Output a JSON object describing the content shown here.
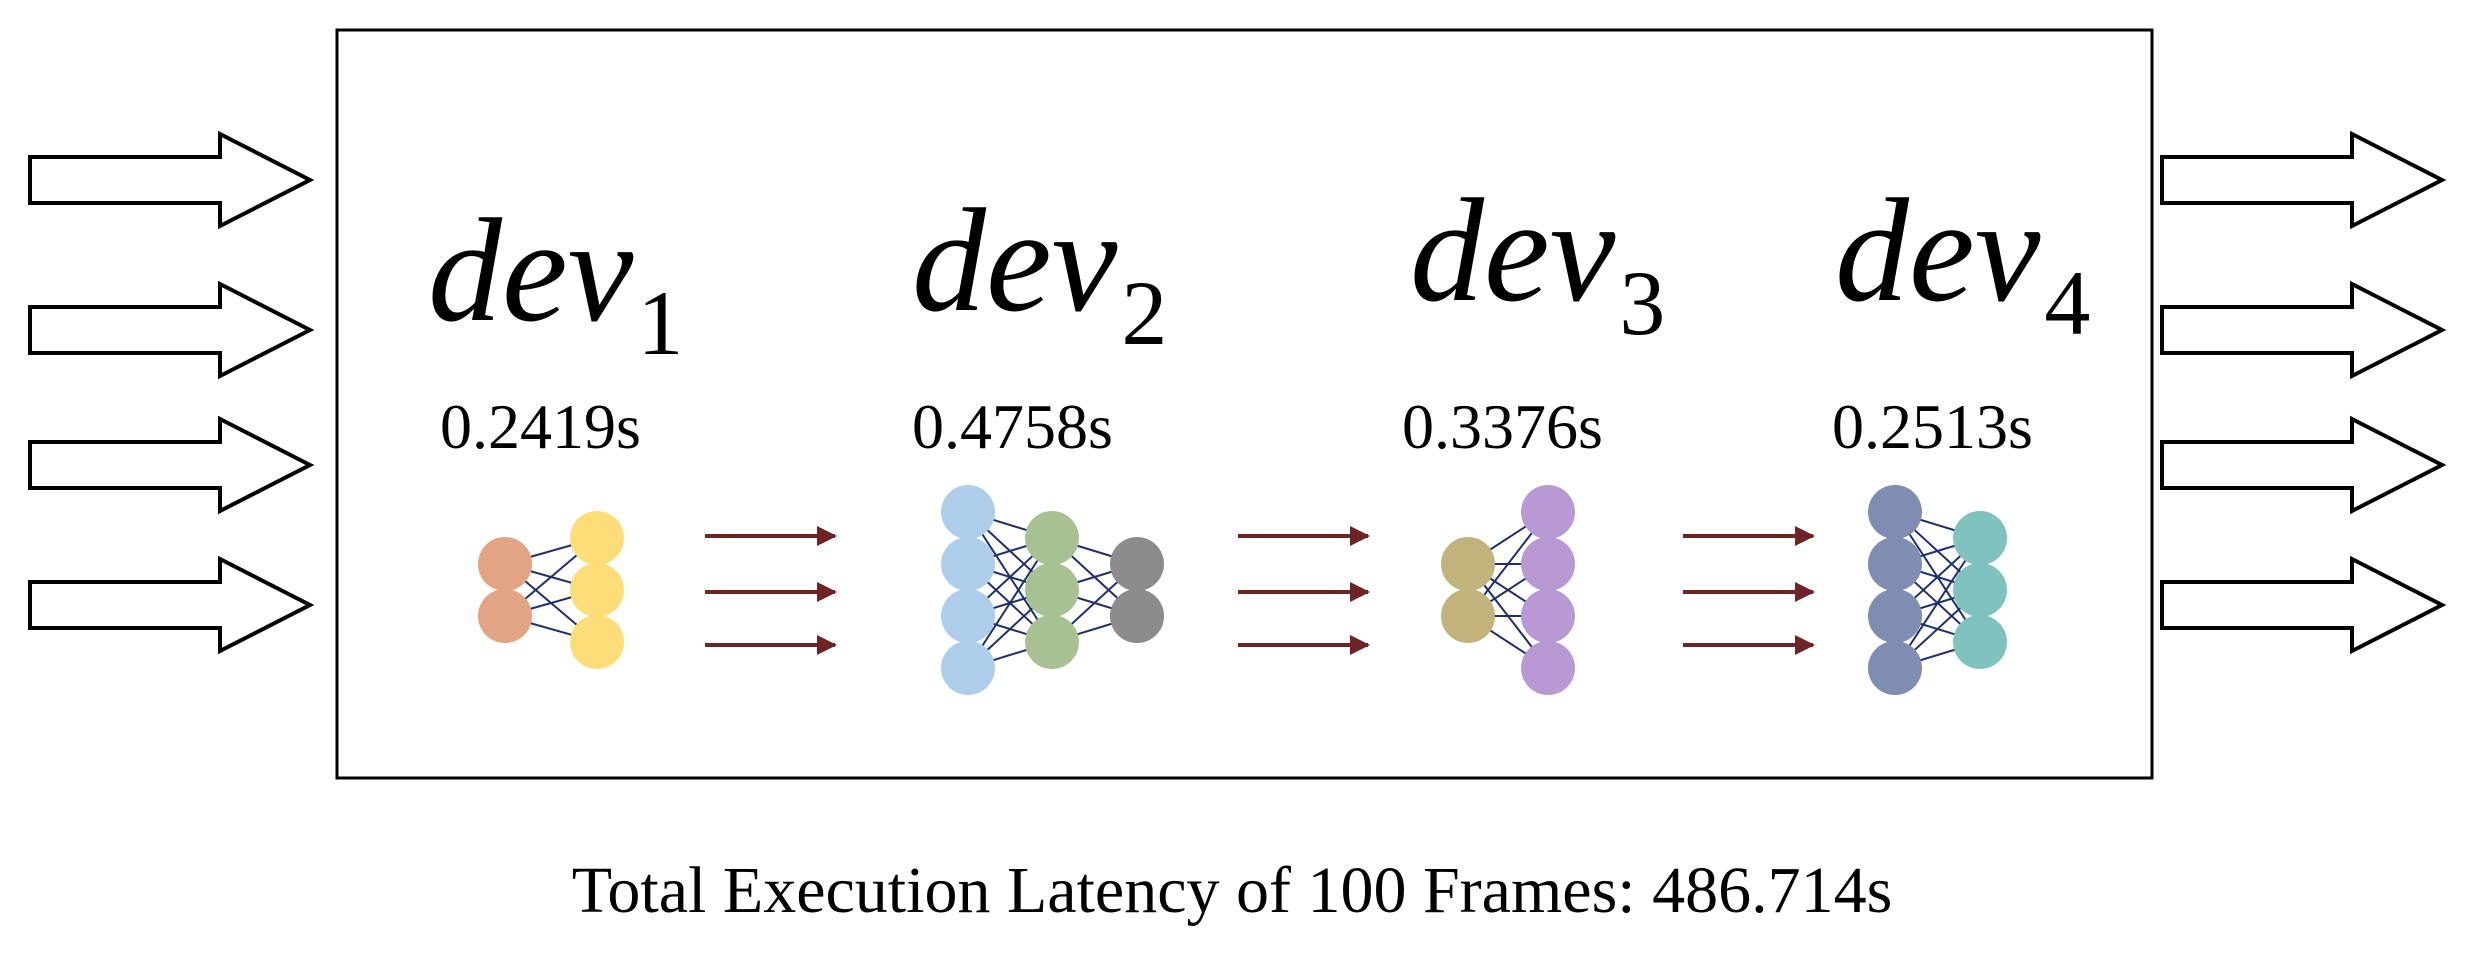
{
  "devices": [
    {
      "name": "dev",
      "index": "1",
      "time": "0.2419s",
      "layers": [
        {
          "count": 2,
          "color": "#E3A483"
        },
        {
          "count": 3,
          "color": "#FCDD77"
        }
      ]
    },
    {
      "name": "dev",
      "index": "2",
      "time": "0.4758s",
      "layers": [
        {
          "count": 4,
          "color": "#AECDEA"
        },
        {
          "count": 3,
          "color": "#A7C193"
        },
        {
          "count": 2,
          "color": "#8C8C8C"
        }
      ]
    },
    {
      "name": "dev",
      "index": "3",
      "time": "0.3376s",
      "layers": [
        {
          "count": 2,
          "color": "#C2B27C"
        },
        {
          "count": 4,
          "color": "#B899D4"
        }
      ]
    },
    {
      "name": "dev",
      "index": "4",
      "time": "0.2513s",
      "layers": [
        {
          "count": 4,
          "color": "#7F8DB3"
        },
        {
          "count": 3,
          "color": "#7FC2BE"
        }
      ]
    }
  ],
  "footer": "Total Execution Latency of 100 Frames: 486.714s",
  "colors": {
    "edge": "#1F2F6E",
    "pipe_arrow": "#6E2424",
    "frame": "#000000"
  }
}
